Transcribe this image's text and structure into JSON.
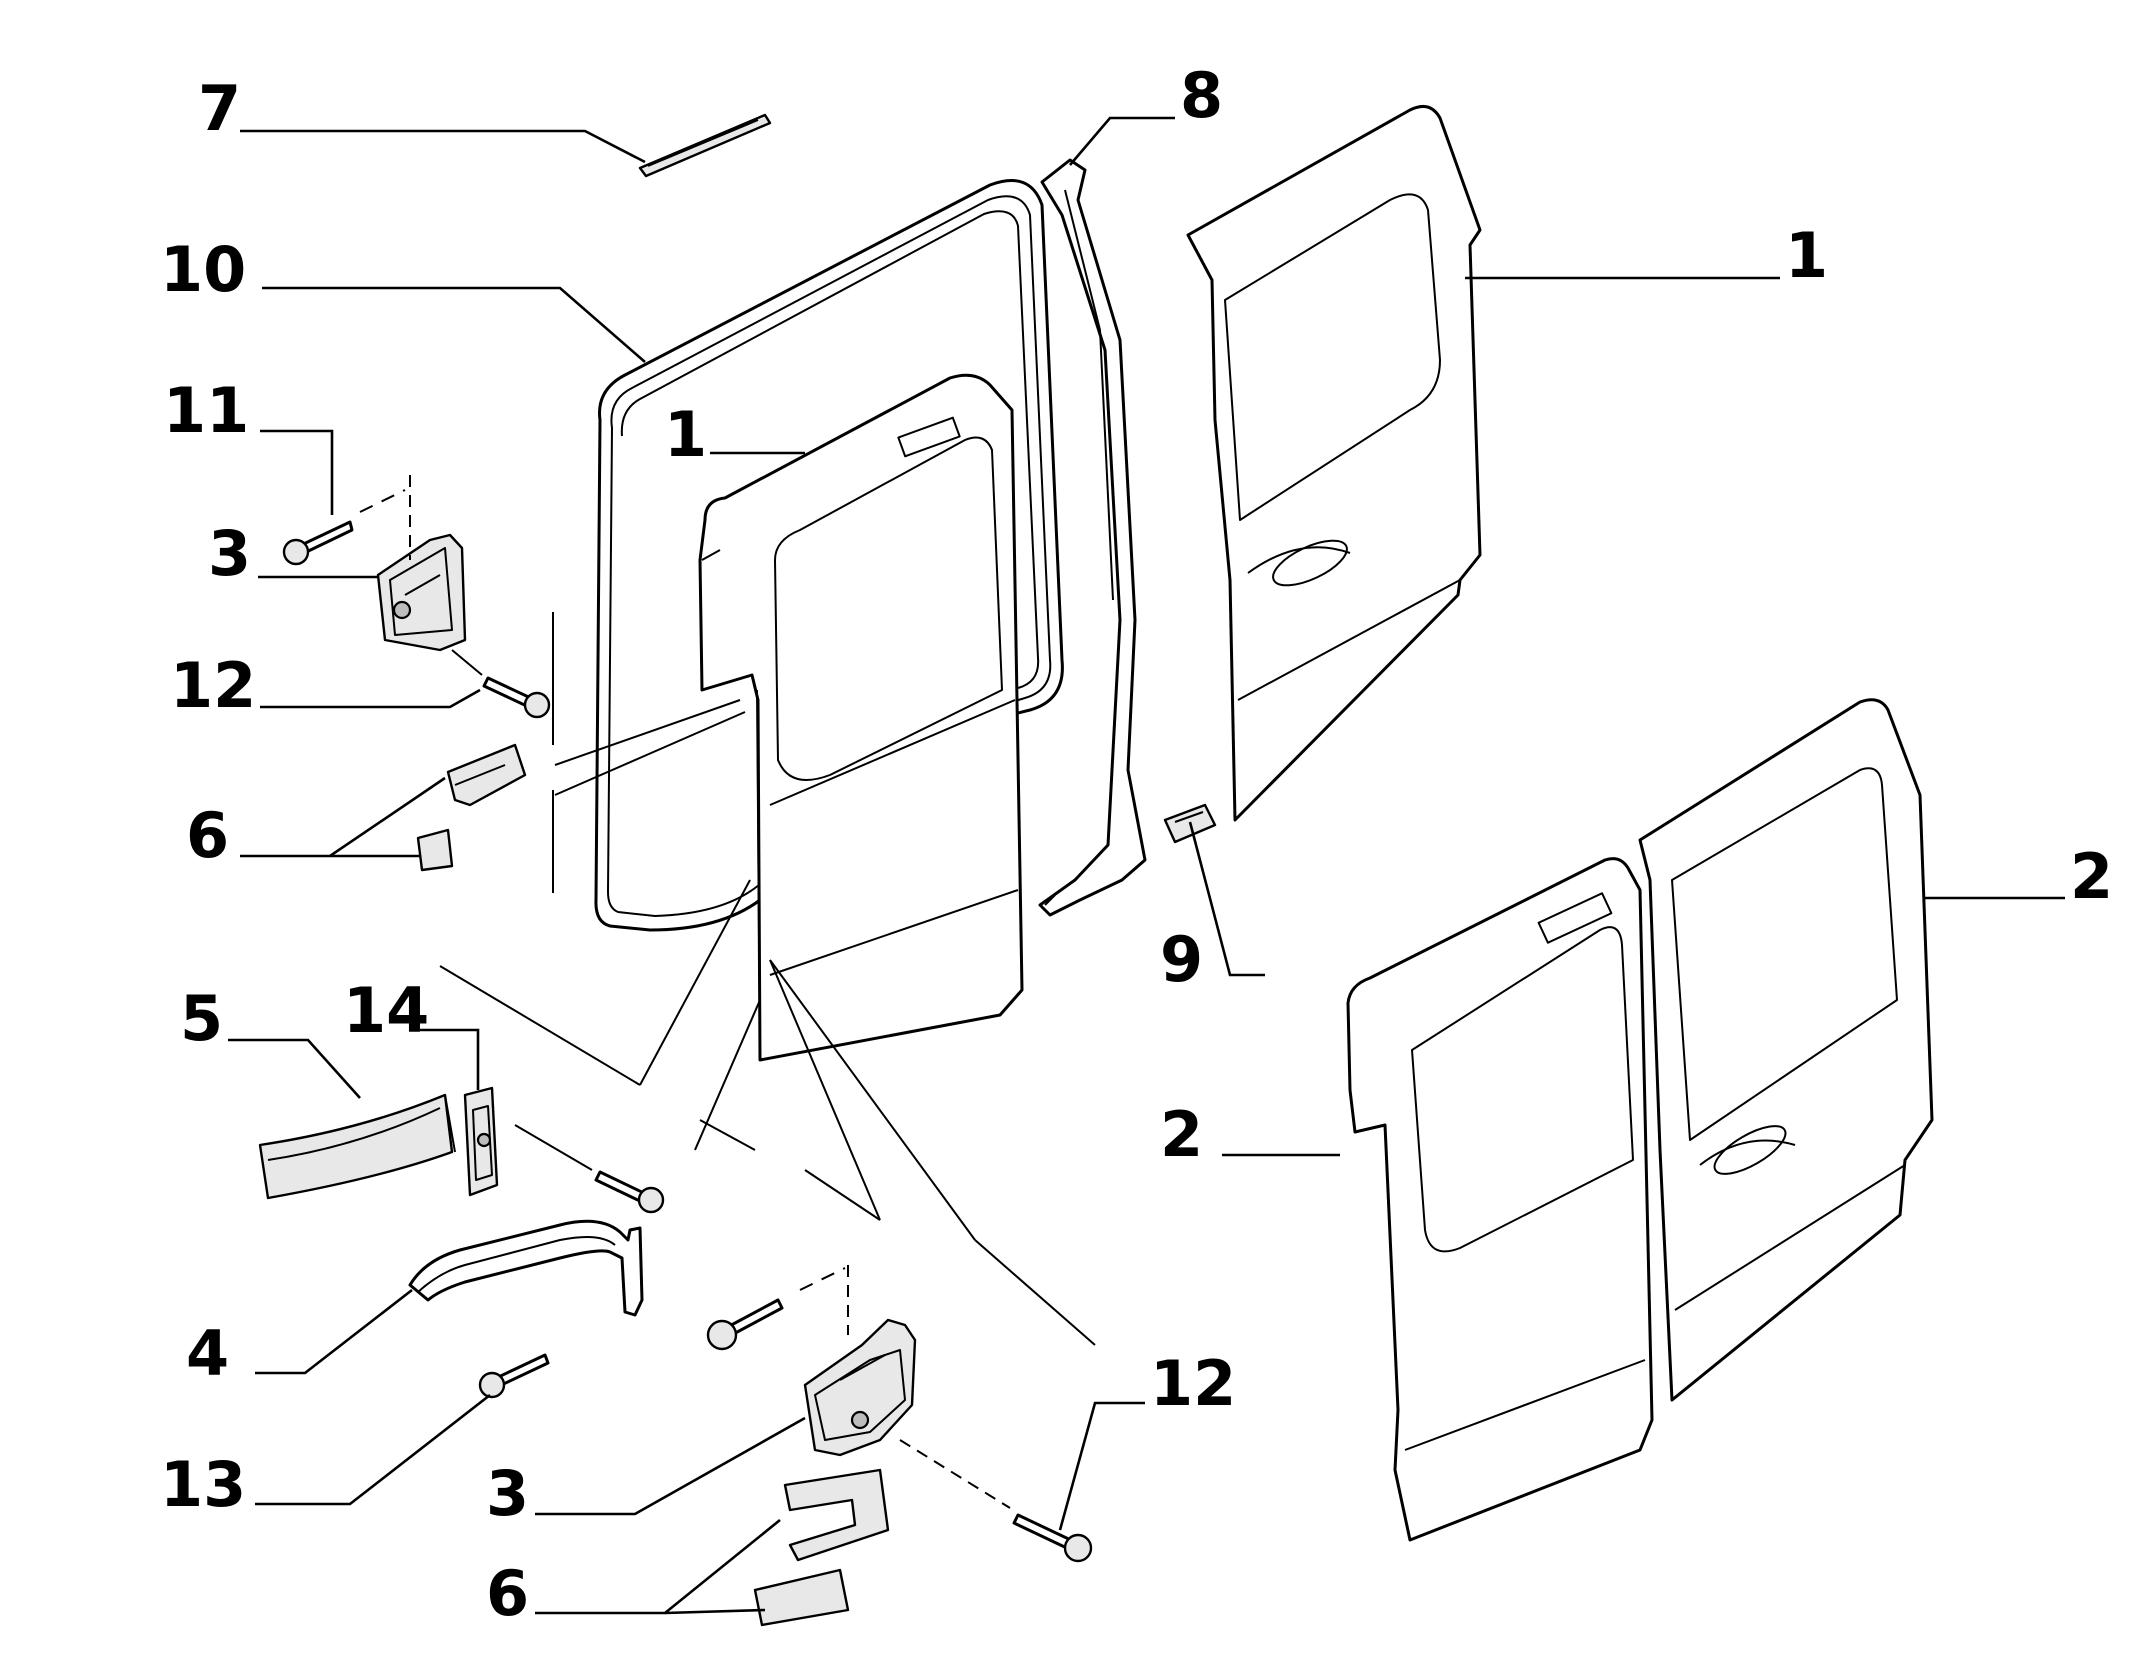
{
  "callouts": {
    "c7": "7",
    "c8": "8",
    "c10": "10",
    "c1a": "1",
    "c1b": "1",
    "c11": "11",
    "c3a": "3",
    "c12a": "12",
    "c6a": "6",
    "c2a": "2",
    "c9": "9",
    "c5": "5",
    "c14": "14",
    "c2b": "2",
    "c4": "4",
    "c12b": "12",
    "c13": "13",
    "c3b": "3",
    "c6b": "6"
  },
  "colors": {
    "line": "#000000",
    "background": "#ffffff",
    "part_fill": "#ffffff",
    "shade_fill": "#e8e8e8"
  }
}
